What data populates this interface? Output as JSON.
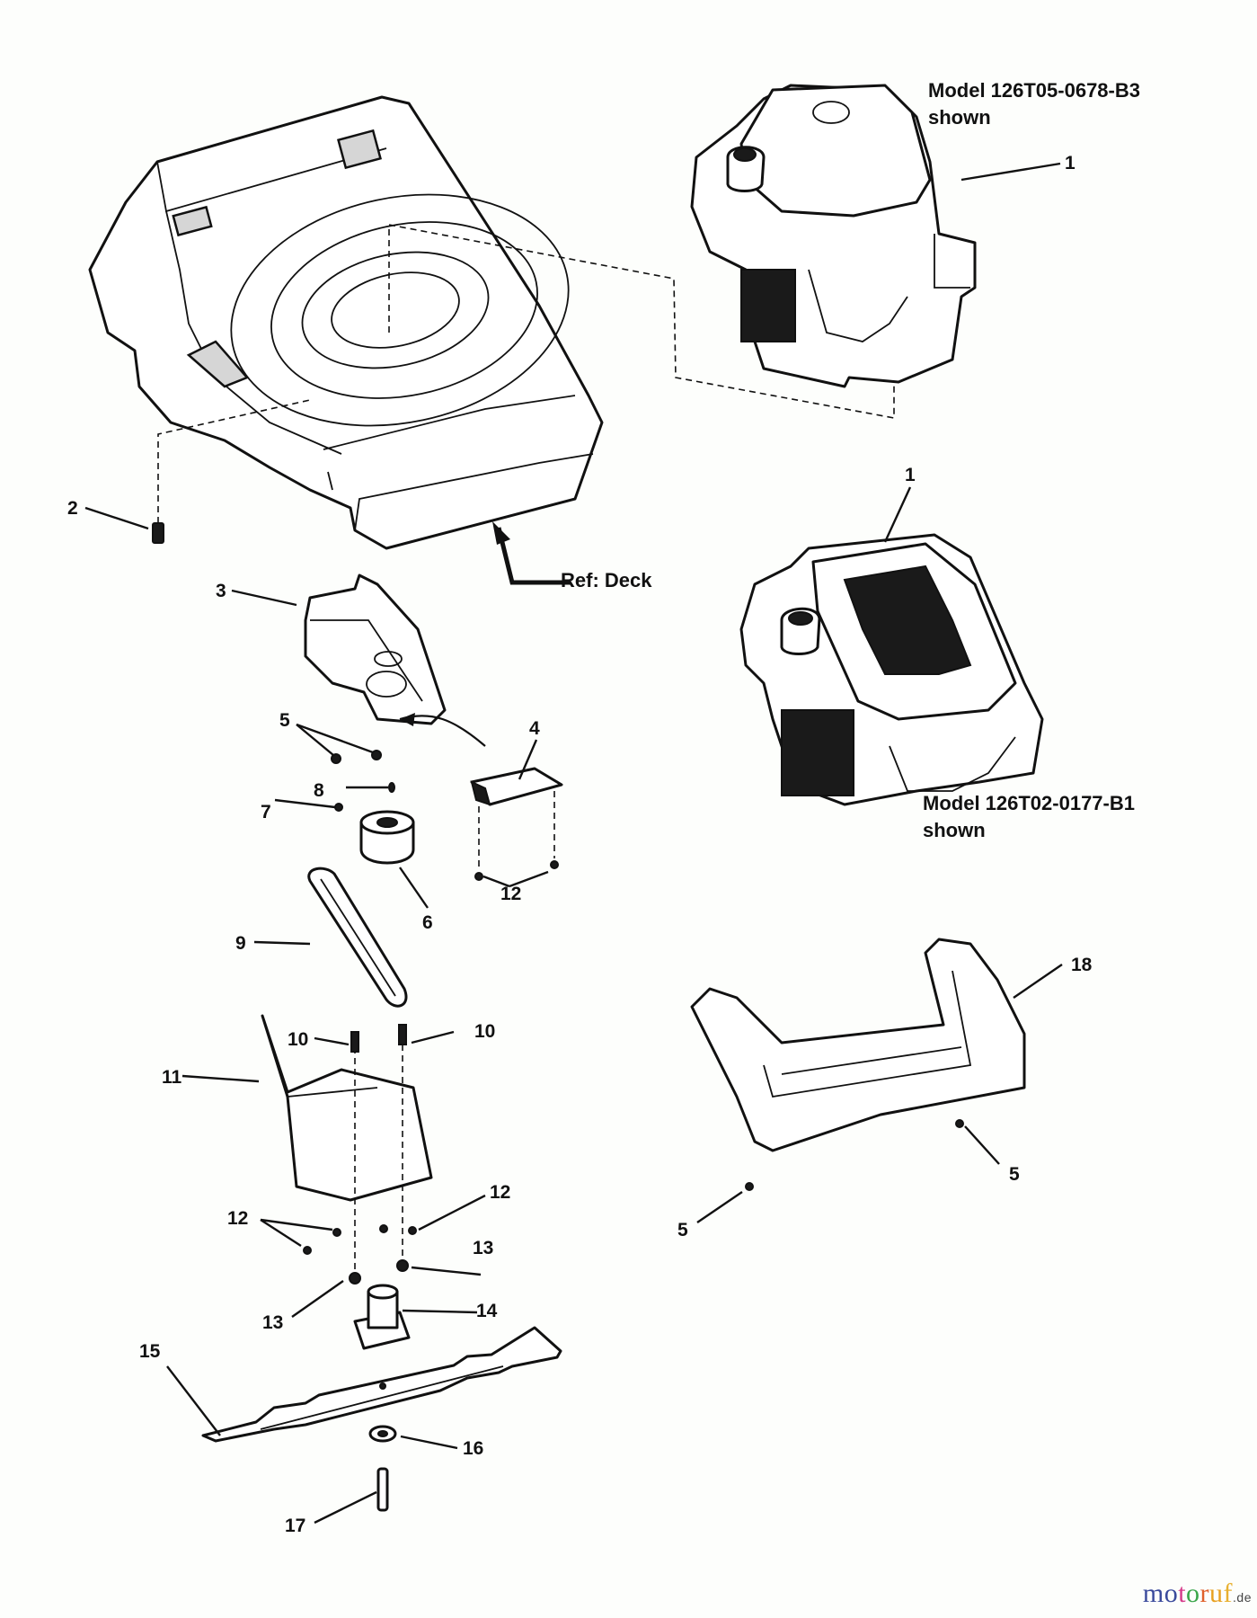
{
  "diagram": {
    "captions": {
      "model_top_line1": "Model 126T05-0678-B3",
      "model_top_line2": "shown",
      "model_bottom_line1": "Model 126T02-0177-B1",
      "model_bottom_line2": "shown",
      "ref_deck": "Ref:  Deck"
    },
    "callouts": [
      {
        "id": "c1a",
        "label": "1"
      },
      {
        "id": "c1b",
        "label": "1"
      },
      {
        "id": "c2",
        "label": "2"
      },
      {
        "id": "c3",
        "label": "3"
      },
      {
        "id": "c4",
        "label": "4"
      },
      {
        "id": "c5a",
        "label": "5"
      },
      {
        "id": "c5b",
        "label": "5"
      },
      {
        "id": "c5c",
        "label": "5"
      },
      {
        "id": "c6",
        "label": "6"
      },
      {
        "id": "c7",
        "label": "7"
      },
      {
        "id": "c8",
        "label": "8"
      },
      {
        "id": "c9",
        "label": "9"
      },
      {
        "id": "c10a",
        "label": "10"
      },
      {
        "id": "c10b",
        "label": "10"
      },
      {
        "id": "c11",
        "label": "11"
      },
      {
        "id": "c12a",
        "label": "12"
      },
      {
        "id": "c12b",
        "label": "12"
      },
      {
        "id": "c12c",
        "label": "12"
      },
      {
        "id": "c13a",
        "label": "13"
      },
      {
        "id": "c13b",
        "label": "13"
      },
      {
        "id": "c14",
        "label": "14"
      },
      {
        "id": "c15",
        "label": "15"
      },
      {
        "id": "c16",
        "label": "16"
      },
      {
        "id": "c17",
        "label": "17"
      },
      {
        "id": "c18",
        "label": "18"
      }
    ],
    "parts": [
      {
        "name": "engine-top",
        "callout": "1"
      },
      {
        "name": "engine-bottom",
        "callout": "1"
      },
      {
        "name": "deck",
        "ref": "Deck"
      },
      {
        "name": "bolt",
        "callout": "2"
      },
      {
        "name": "bracket",
        "callout": "3"
      },
      {
        "name": "cover-plate",
        "callout": "4"
      },
      {
        "name": "screw",
        "callout": "5"
      },
      {
        "name": "pulley",
        "callout": "6"
      },
      {
        "name": "set-screw",
        "callout": "7"
      },
      {
        "name": "key",
        "callout": "8"
      },
      {
        "name": "belt",
        "callout": "9"
      },
      {
        "name": "bolt",
        "callout": "10"
      },
      {
        "name": "shield",
        "callout": "11"
      },
      {
        "name": "screw",
        "callout": "12"
      },
      {
        "name": "nut",
        "callout": "13"
      },
      {
        "name": "blade-adapter",
        "callout": "14"
      },
      {
        "name": "blade",
        "callout": "15"
      },
      {
        "name": "washer",
        "callout": "16"
      },
      {
        "name": "blade-bolt",
        "callout": "17"
      },
      {
        "name": "rear-bumper",
        "callout": "18"
      }
    ]
  },
  "watermark": {
    "letters": [
      "m",
      "o",
      "t",
      "o",
      "r",
      "u",
      "f"
    ],
    "colors": [
      "#3a4a9c",
      "#3a4a9c",
      "#d63a8a",
      "#3aa64a",
      "#e0602a",
      "#e8a020",
      "#e8b030"
    ],
    "tld": ".de"
  }
}
